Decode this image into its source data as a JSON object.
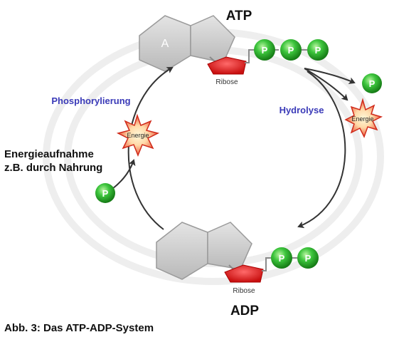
{
  "atp": {
    "title": "ATP",
    "base_letter": "A",
    "sugar": "Ribose",
    "phosphate_label": "P"
  },
  "adp": {
    "title": "ADP",
    "sugar": "Ribose",
    "phosphate_label": "P"
  },
  "left_cycle": {
    "process": "Phosphorylierung",
    "energy_label": "Energie",
    "source_line1": "Energieaufnahme",
    "source_line2": "z.B. durch Nahrung",
    "phosphate_label": "P"
  },
  "right_cycle": {
    "process": "Hydrolyse",
    "energy_label": "Energie",
    "phosphate_label": "P"
  },
  "caption": "Abb. 3: Das ATP-ADP-System",
  "colors": {
    "process_text": "#3a3ab8",
    "phosphate": "#2fb52f",
    "ribose": "#e02020",
    "base": "#cfcfcf",
    "energy_star": "#e8432a",
    "energy_center": "#fff4c8",
    "arrow": "#333333"
  }
}
